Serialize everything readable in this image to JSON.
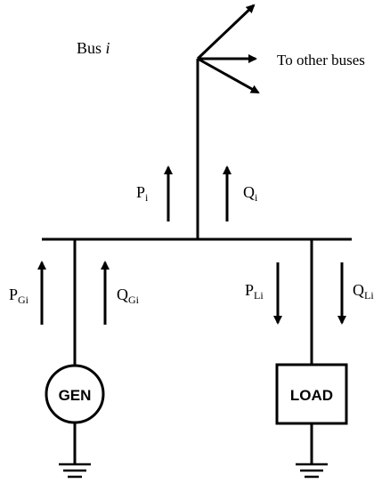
{
  "bus_label": {
    "prefix": "Bus ",
    "var": "i"
  },
  "other_buses_label": "To other buses",
  "flows": {
    "p_i": {
      "base": "P",
      "sub": "i"
    },
    "q_i": {
      "base": "Q",
      "sub": "i"
    },
    "p_gi": {
      "base": "P",
      "sub": "Gi"
    },
    "q_gi": {
      "base": "Q",
      "sub": "Gi"
    },
    "p_li": {
      "base": "P",
      "sub": "Li"
    },
    "q_li": {
      "base": "Q",
      "sub": "Li"
    }
  },
  "generator_label": "GEN",
  "load_label": "LOAD"
}
